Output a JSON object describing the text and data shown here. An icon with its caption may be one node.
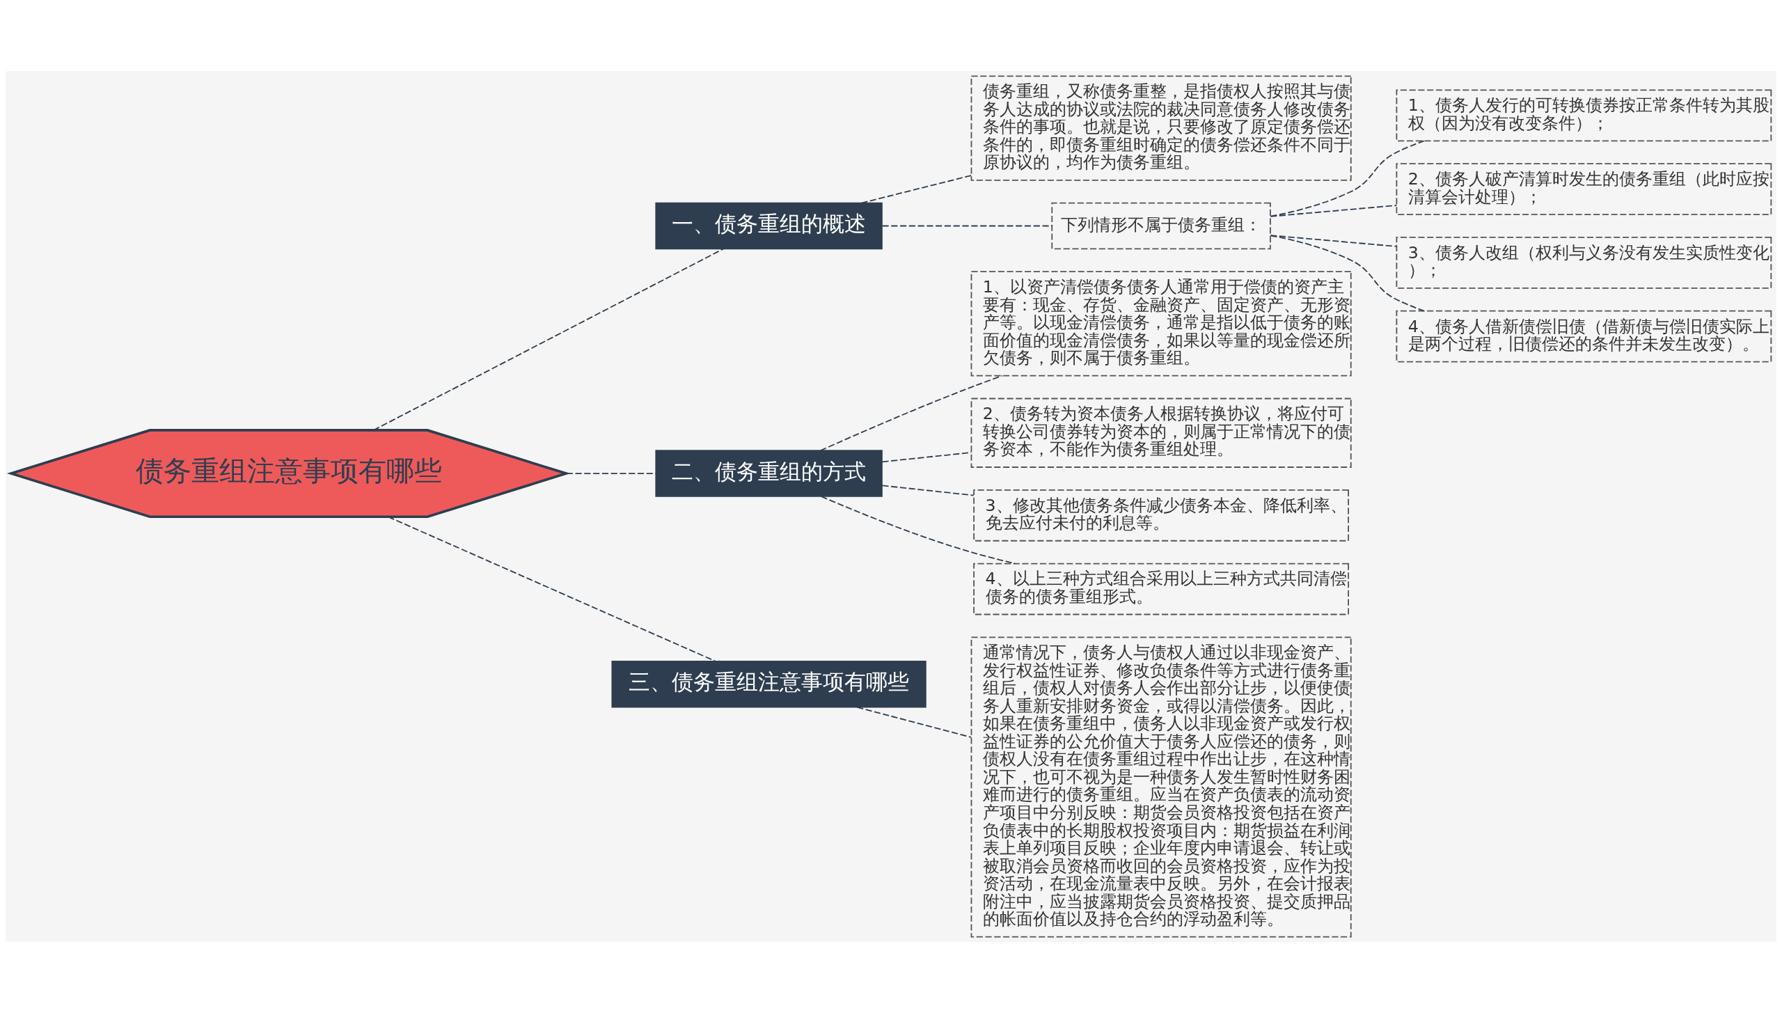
{
  "diagram": {
    "nodes": [
      {
        "text": [
          "债务重组注意事项有哪些"
        ]
      },
      {
        "text": [
          "一、债务重组的概述"
        ]
      },
      {
        "text": [
          "债务重组，又称债务重整，是指债权人按照其与债务人达成的协议或法院的裁决同意债务人修改债务条件的事项。也就是说，只要修改了原定债务偿还条件的，即债务重组时确定的债务偿还条件不同于原协议的，均作为债务重组。"
        ]
      },
      {
        "text": [
          "下列情形不属于债务重组："
        ]
      },
      {
        "text": [
          "1、债务人发行的可转换债券按正常条件转为其股权（因为没有改变条件）；"
        ]
      },
      {
        "text": [
          "2、债务人破产清算时发生的债务重组（此时应按清算会计处理）；"
        ]
      },
      {
        "text": [
          "3、债务人改组（权利与义务没有发生实质性变化）；"
        ]
      },
      {
        "text": [
          "4、债务人借新债偿旧债（借新债与偿旧债实际上是两个过程，旧债偿还的条件并未发生改变）。"
        ]
      },
      {
        "text": [
          "二、债务重组的方式"
        ]
      },
      {
        "text": [
          "1、以资产清偿债务债务人通常用于偿债的资产主要有：现金、存货、金融资产、固定资产、无形资产等。以现金清偿债务，通常是指以低于债务的账面价值的现金清偿债务，如果以等量的现金偿还所欠债务，则不属于债务重组。"
        ]
      },
      {
        "text": [
          "2、债务转为资本债务人根据转换协议，将应付可转换公司债券转为资本的，则属于正常情况下的债务资本，不能作为债务重组处理。"
        ]
      },
      {
        "text": [
          "3、修改其他债务条件减少债务本金、降低利率、免去应付未付的利息等。"
        ]
      },
      {
        "text": [
          "4、以上三种方式组合采用以上三种方式共同清偿债务的债务重组形式。"
        ]
      },
      {
        "text": [
          "三、债务重组注意事项有哪些"
        ]
      },
      {
        "text": [
          "通常情况下，债务人与债权人通过以非现金资产、发行权益性证券、修改负债条件等方式进行债务重组后，债权人对债务人会作出部分让步，以便使债务人重新安排财务资金，或得以清偿债务。因此，如果在债务重组中，债务人以非现金资产或发行权益性证券的公允价值大于债务人应偿还的债务，则债权人没有在债务重组过程中作出让步，在这种情况下，也可不视为是一种债务人发生暂时性财务困难而进行的债务重组。应当在资产负债表的流动资产项目中分别反映：期货会员资格投资包括在资产负债表中的长期股权投资项目内：期货损益在利润表上单列项目反映；企业年度内申请退会、转让或被取消会员资格而收回的会员资格投资，应作为投资活动，在现金流量表中反映。另外，在会计报表附注中，应当披露期货会员资格投资、提交质押品的帐面价值以及持仓合约的浮动盈利等。"
        ]
      }
    ],
    "edges": [
      {
        "from": 0,
        "to": 1,
        "arrow": "none",
        "style": "dashed"
      },
      {
        "from": 1,
        "to": 2,
        "arrow": "none",
        "style": "dashed"
      },
      {
        "from": 1,
        "to": 3,
        "arrow": "none",
        "style": "dashed"
      },
      {
        "from": 3,
        "to": 4,
        "arrow": "none",
        "style": "dashed"
      },
      {
        "from": 3,
        "to": 5,
        "arrow": "none",
        "style": "dashed"
      },
      {
        "from": 3,
        "to": 6,
        "arrow": "none",
        "style": "dashed"
      },
      {
        "from": 3,
        "to": 7,
        "arrow": "none",
        "style": "dashed"
      },
      {
        "from": 0,
        "to": 8,
        "arrow": "none",
        "style": "dashed"
      },
      {
        "from": 8,
        "to": 9,
        "arrow": "none",
        "style": "dashed"
      },
      {
        "from": 8,
        "to": 10,
        "arrow": "none",
        "style": "dashed"
      },
      {
        "from": 8,
        "to": 11,
        "arrow": "none",
        "style": "dashed"
      },
      {
        "from": 8,
        "to": 12,
        "arrow": "none",
        "style": "dashed"
      },
      {
        "from": 0,
        "to": 13,
        "arrow": "none",
        "style": "dashed"
      },
      {
        "from": 13,
        "to": 14,
        "arrow": "none",
        "style": "dashed"
      }
    ]
  }
}
